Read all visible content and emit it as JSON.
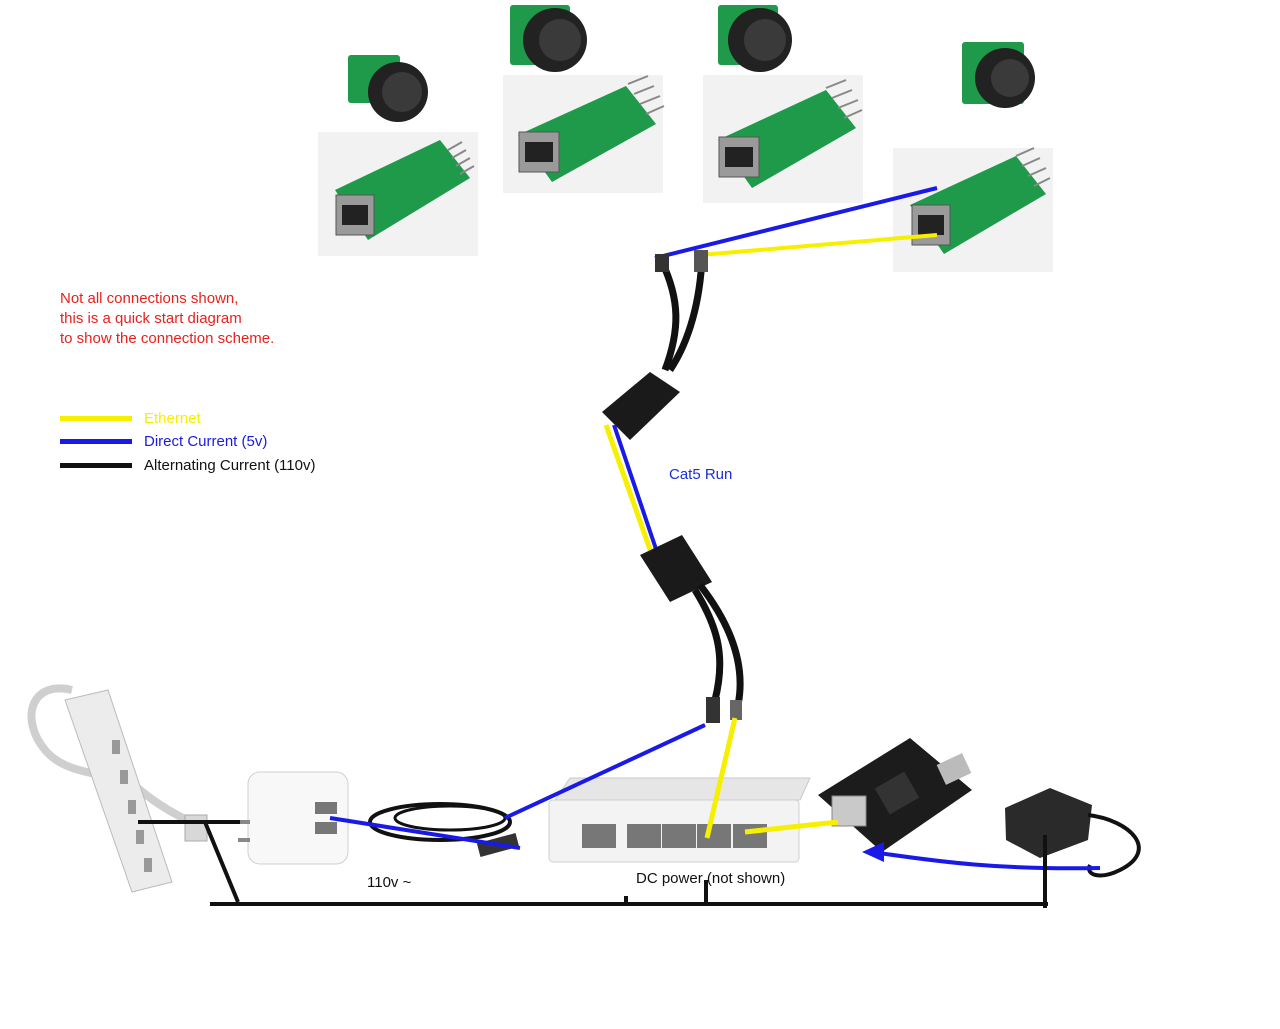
{
  "note": {
    "lines": [
      "Not all connections shown,",
      "this is a quick start diagram",
      "to show the connection scheme."
    ],
    "color": "#e8211d"
  },
  "legend": [
    {
      "label": "Ethernet",
      "color": "#f7ef00"
    },
    {
      "label": "Direct Current (5v)",
      "color": "#1a1ae6"
    },
    {
      "label": "Alternating Current (110v)",
      "color": "#111111"
    }
  ],
  "labels": {
    "cat5_run": "Cat5 Run",
    "ac_110v": "110v ~",
    "dc_power": "DC power (not shown)"
  },
  "colors": {
    "board_green": "#1f9a4a",
    "sensor_dark": "#222222",
    "cable_black": "#111111",
    "switch_white": "#eeeeee"
  }
}
